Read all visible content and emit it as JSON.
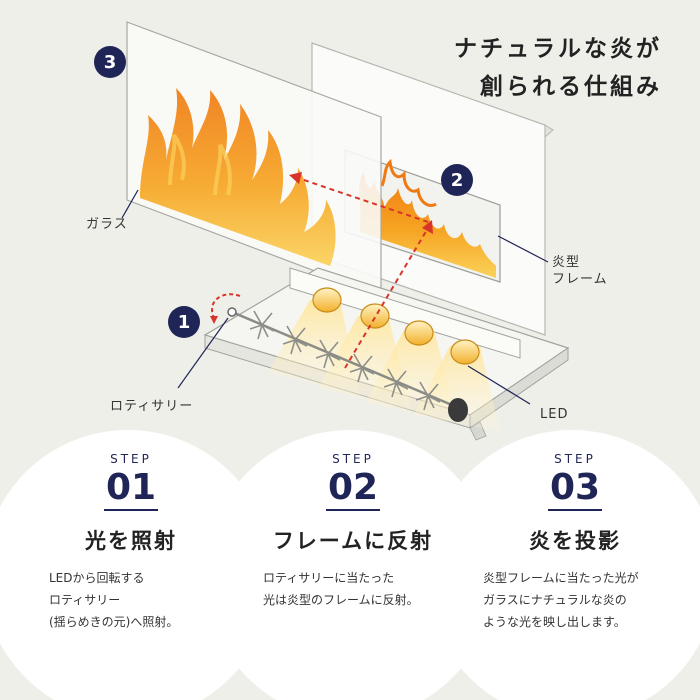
{
  "title": {
    "line1": "ナチュラルな炎が",
    "line2": "創られる仕組み"
  },
  "badges": {
    "b1": "1",
    "b2": "2",
    "b3": "3"
  },
  "labels": {
    "glass": "ガラス",
    "flame_frame_line1": "炎型",
    "flame_frame_line2": "フレーム",
    "rotisserie": "ロティサリー",
    "led": "LED"
  },
  "steps": [
    {
      "word": "STEP",
      "num": "01",
      "heading": "光を照射",
      "desc": [
        "LEDから回転する",
        "ロティサリー",
        "(揺らめきの元)へ照射。"
      ]
    },
    {
      "word": "STEP",
      "num": "02",
      "heading": "フレームに反射",
      "desc": [
        "ロティサリーに当たった",
        "光は炎型のフレームに反射。"
      ]
    },
    {
      "word": "STEP",
      "num": "03",
      "heading": "炎を投影",
      "desc": [
        "炎型フレームに当たった光が",
        "ガラスにナチュラルな炎の",
        "ような光を映し出します。"
      ]
    }
  ],
  "colors": {
    "navy": "#1f2557",
    "flame": "#f39a1c",
    "arrow": "#d9342b",
    "background": "#efefea"
  }
}
